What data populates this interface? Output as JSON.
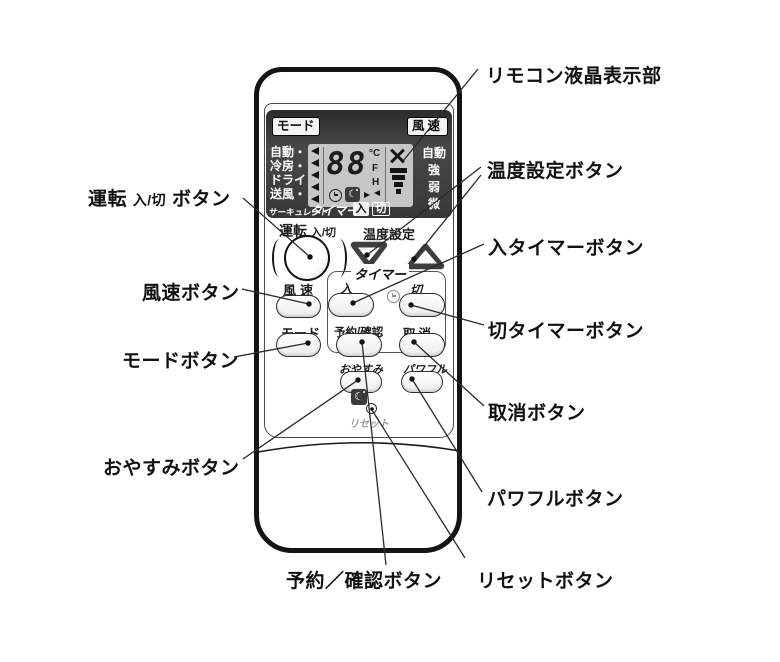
{
  "colors": {
    "panel_dark": "#3d3d3d",
    "lcd_background": "#c6c6c6",
    "remote_body": "#ffffff",
    "outline": "#141414",
    "label_text": "#111111",
    "reset_text_gray": "#9a9a9a"
  },
  "callouts": {
    "power": {
      "prefix": "運転",
      "mid": "入/切",
      "suffix": "ボタン"
    },
    "fan": "風速ボタン",
    "mode": "モードボタン",
    "sleep": "おやすみボタン",
    "reserve_confirm": "予約／確認ボタン",
    "reset": "リセットボタン",
    "display": "リモコン液晶表示部",
    "temp_set": "温度設定ボタン",
    "on_timer": "入タイマーボタン",
    "off_timer": "切タイマーボタン",
    "cancel": "取消ボタン",
    "powerful": "パワフルボタン"
  },
  "display": {
    "mode_badge": "モード",
    "fan_badge": "風速",
    "modes": [
      "自動・",
      "冷房・",
      "ドライ・",
      "送風・"
    ],
    "fan_levels": [
      "自動",
      "強",
      "弱",
      "微"
    ],
    "temp_value": "88",
    "unit_c": "°C",
    "unit_f": "F",
    "unit_h": "H",
    "bottom": {
      "circulate": "サーキュレート",
      "timer": "タイマー",
      "on": "入",
      "off": "切"
    }
  },
  "buttons": {
    "power_main": "運転",
    "power_sub": "入/切",
    "temp_set": "温度設定",
    "fan": "風速",
    "timer_group": "タイマー",
    "timer_on": "入",
    "timer_off": "切",
    "mode": "モード",
    "reserve_confirm": "予約/確認",
    "cancel": "取消",
    "sleep": "おやすみ",
    "powerful": "パワフル",
    "reset": "リセット"
  }
}
